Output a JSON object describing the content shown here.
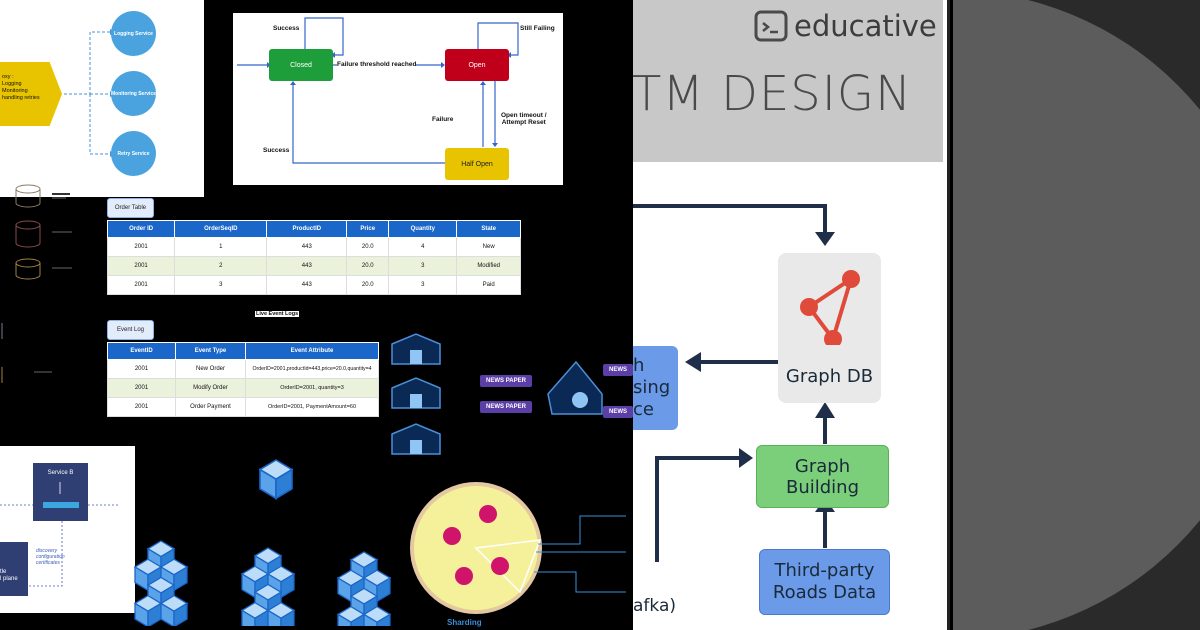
{
  "colors": {
    "background": "#000000",
    "closed": "#1e9e3a",
    "open": "#c0001a",
    "half_open": "#e8c400",
    "table_header": "#1a66c9",
    "graph_building": "#7ccf7a",
    "roads_data": "#6a9ae8",
    "graph_db_bg": "#e9e9e9",
    "arrow_navy": "#1f2f4a",
    "pizza": "#f5f19a",
    "pepperoni": "#d0136b",
    "banner": "#c8c8c8"
  },
  "service_diagram": {
    "strategy_text": "oxy :\nLogging\nMonitoring\nhandling retries",
    "circles": [
      "Logging Service",
      "Monitoring Service",
      "Retry Service"
    ]
  },
  "circuit_breaker": {
    "closed": "Closed",
    "open": "Open",
    "half_open": "Half Open",
    "success_top": "Success",
    "still_failing": "Still Failing",
    "threshold": "Failure threshold reached",
    "failure": "Failure",
    "open_timeout": "Open timeout /\nAttempt Reset",
    "success_bottom": "Success"
  },
  "order_table": {
    "tab": "Order Table",
    "headers": [
      "Order ID",
      "OrderSeqID",
      "ProductID",
      "Price",
      "Quantity",
      "State"
    ],
    "rows": [
      [
        "2001",
        "1",
        "443",
        "20.0",
        "4",
        "New"
      ],
      [
        "2001",
        "2",
        "443",
        "20.0",
        "3",
        "Modified"
      ],
      [
        "2001",
        "3",
        "443",
        "20.0",
        "3",
        "Paid"
      ]
    ]
  },
  "event_log": {
    "tab": "Event Log",
    "live_label": "Live Event Logs",
    "headers": [
      "EventID",
      "Event Type",
      "Event Attribute"
    ],
    "rows": [
      [
        "2001",
        "New Order",
        "OrderID=2001,productId=443,price=20.0,quantity=4"
      ],
      [
        "2001",
        "Modify Order",
        "OrderID=2001, quantity=3"
      ],
      [
        "2001",
        "Order Payment",
        "OrderID=2001, PaymentAmount=60"
      ]
    ]
  },
  "news": {
    "badges": [
      "NEWS PAPER",
      "NEWS PAPER",
      "NEWS",
      "NEWS"
    ]
  },
  "mesh": {
    "service_b": "Service B",
    "discovery": "discovery\nconfiguration\ncertificates",
    "plane": "tle\nl plane"
  },
  "sharding": {
    "label": "Sharding"
  },
  "system_design": {
    "logo_text": "educative",
    "banner_title": "TM DESIGN",
    "graph_db": "Graph DB",
    "graph_building": "Graph Building",
    "roads_data": "Third-party\nRoads Data",
    "left_box": "h\nsing\nce",
    "kafka": "afka)"
  }
}
